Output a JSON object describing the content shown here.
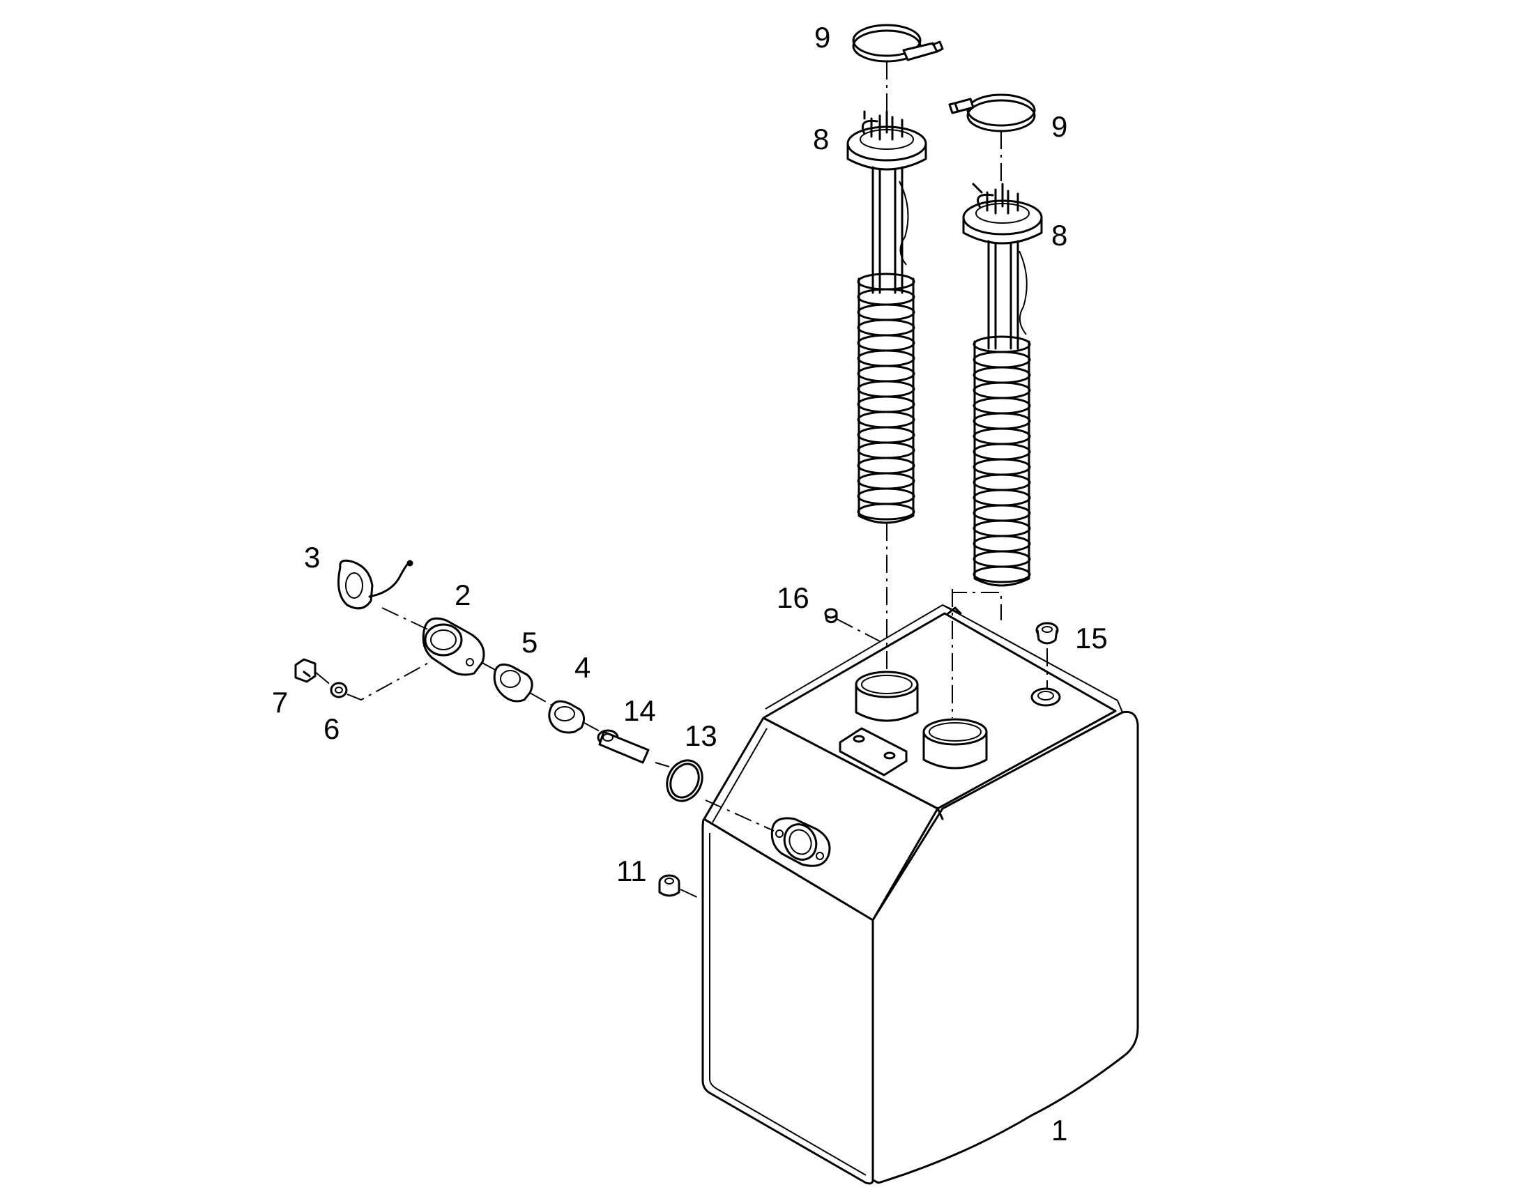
{
  "callouts": {
    "c1": "1",
    "c2": "2",
    "c3": "3",
    "c4": "4",
    "c5": "5",
    "c6": "6",
    "c7": "7",
    "c8a": "8",
    "c8b": "8",
    "c9a": "9",
    "c9b": "9",
    "c11": "11",
    "c13": "13",
    "c14": "14",
    "c15": "15",
    "c16": "16"
  }
}
